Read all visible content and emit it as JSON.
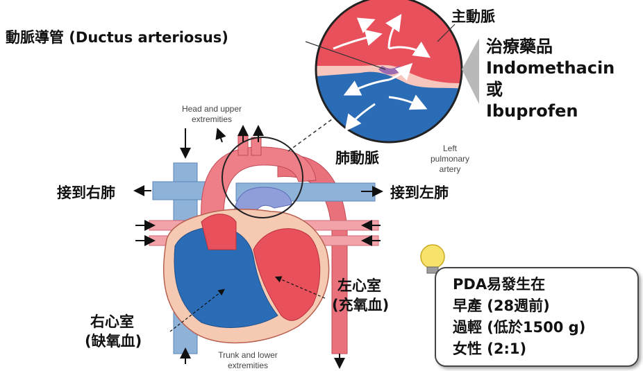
{
  "labels": {
    "ductus": "動脈導管 (Ductus arteriosus)",
    "aorta": "主動脈",
    "pulmonary_artery": "肺動脈",
    "left_pulmonary_artery": [
      "Left",
      "pulmonary",
      "artery"
    ],
    "head_upper": [
      "Head and upper",
      "extremities"
    ],
    "trunk_lower": [
      "Trunk and lower",
      "extremities"
    ],
    "to_right_lung": "接到右肺",
    "to_left_lung": "接到左肺",
    "right_ventricle": [
      "右心室",
      "(缺氧血)"
    ],
    "left_ventricle": [
      "左心室",
      "(充氧血)"
    ]
  },
  "treatment": {
    "title": "治療藥品",
    "drug1": "Indomethacin",
    "or": "或",
    "drug2": "Ibuprofen"
  },
  "info_box": {
    "lines": [
      "PDA易發生在",
      "早產 (28週前)",
      "過輕 (低於1500 g)",
      "女性 (2:1)"
    ]
  },
  "colors": {
    "oxygenated": "#e8505b",
    "deoxygenated": "#2a6cb5",
    "vessel_light_blue": "#8fb2d9",
    "vessel_light_red": "#f29aa0",
    "bulb": "#f7e36b"
  }
}
